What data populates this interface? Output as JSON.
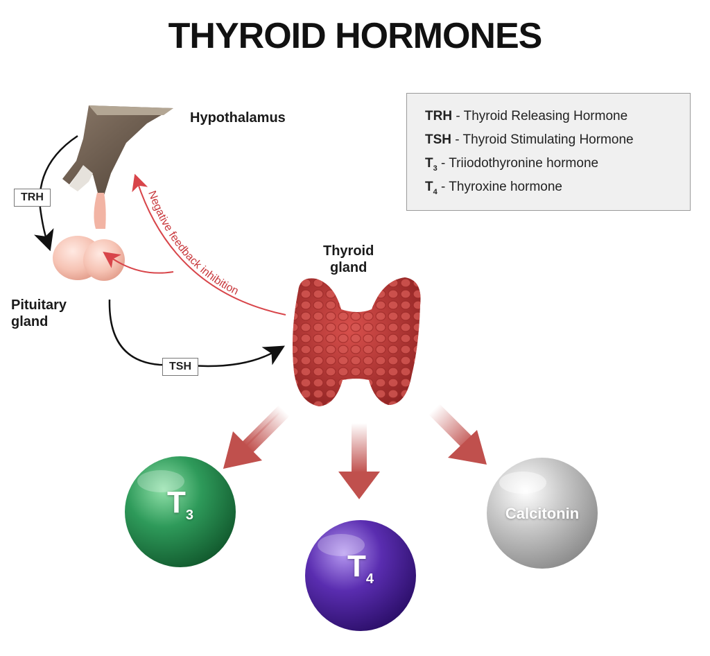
{
  "title": "THYROID HORMONES",
  "legend": [
    {
      "abbr": "TRH",
      "sub": "",
      "desc": " - Thyroid Releasing Hormone"
    },
    {
      "abbr": "TSH",
      "sub": "",
      "desc": " - Thyroid Stimulating Hormone"
    },
    {
      "abbr": "T",
      "sub": "3",
      "desc": "- Triiodothyronine hormone"
    },
    {
      "abbr": "T",
      "sub": "4",
      "desc": "- Thyroxine hormone"
    }
  ],
  "labels": {
    "hypothalamus": "Hypothalamus",
    "pituitary_line1": "Pituitary",
    "pituitary_line2": "gland",
    "thyroid_line1": "Thyroid",
    "thyroid_line2": "gland",
    "trh": "TRH",
    "tsh": "TSH",
    "feedback": "Negative feedback inhibition"
  },
  "hormones": {
    "t3": {
      "letter": "T",
      "sub": "3"
    },
    "t4": {
      "letter": "T",
      "sub": "4"
    },
    "calcitonin": {
      "text": "Calcitonin"
    }
  },
  "colors": {
    "feedback_arrow": "#d8454a",
    "hormone_arrow": "#c0504d",
    "t3_ball": "#2e9a5a",
    "t4_ball": "#5a2db0",
    "calcitonin_ball": "#b8b8b8",
    "thyroid": "#b8302f"
  }
}
